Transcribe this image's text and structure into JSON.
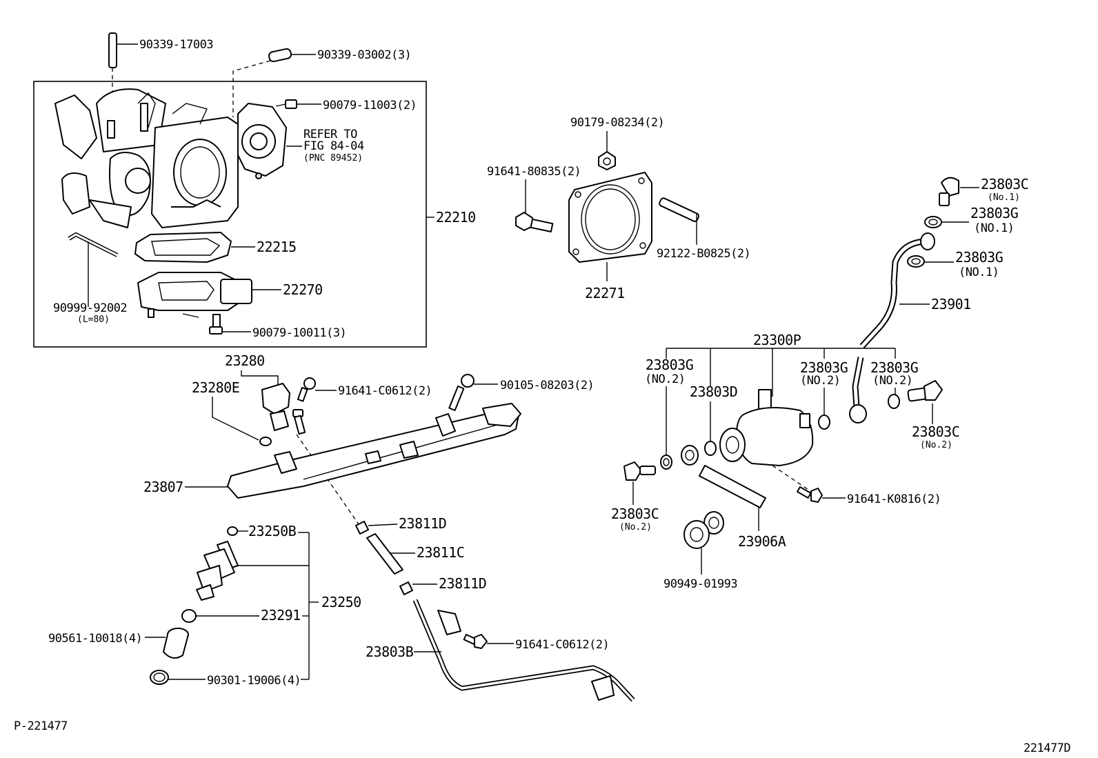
{
  "diagram": {
    "page_code": "P-221477",
    "figure_code": "221477D",
    "labels": {
      "p90339_17003": "90339-17003",
      "p90339_03002": "90339-03002(3)",
      "p90079_11003": "90079-11003(2)",
      "refer_line1": "REFER TO",
      "refer_line2": "FIG 84-04",
      "refer_line3": "(PNC 89452)",
      "p22210": "22210",
      "p22215": "22215",
      "p22270": "22270",
      "p90999_92002": "90999-92002",
      "p90999_note": "(L=80)",
      "p90079_10011": "90079-10011(3)",
      "p90179_08234": "90179-08234(2)",
      "p91641_80835": "91641-80835(2)",
      "p92122_B0825": "92122-B0825(2)",
      "p22271": "22271",
      "p23803C_top": "23803C",
      "p23803C_top_note": "(No.1)",
      "p23803G_a": "23803G",
      "p23803G_a_note": "(NO.1)",
      "p23803G_b": "23803G",
      "p23803G_b_note": "(NO.1)",
      "p23901": "23901",
      "p23300P": "23300P",
      "p23803G_c": "23803G",
      "p23803G_c_note": "(NO.2)",
      "p23803D": "23803D",
      "p23803G_d": "23803G",
      "p23803G_d_note": "(NO.2)",
      "p23803G_e": "23803G",
      "p23803G_e_note": "(NO.2)",
      "p23803C_right": "23803C",
      "p23803C_right_note": "(No.2)",
      "p23803C_left": "23803C",
      "p23803C_left_note": "(No.2)",
      "p91641_K0816": "91641-K0816(2)",
      "p23906A": "23906A",
      "p90949_01993": "90949-01993",
      "p23280": "23280",
      "p23280E": "23280E",
      "p91641_C0612_a": "91641-C0612(2)",
      "p90105_08203": "90105-08203(2)",
      "p23807": "23807",
      "p23811D_a": "23811D",
      "p23811C": "23811C",
      "p23811D_b": "23811D",
      "p23250B": "23250B",
      "p23250": "23250",
      "p23291": "23291",
      "p90561_10018": "90561-10018(4)",
      "p90301_19006": "90301-19006(4)",
      "p23803B": "23803B",
      "p91641_C0612_b": "91641-C0612(2)"
    }
  }
}
